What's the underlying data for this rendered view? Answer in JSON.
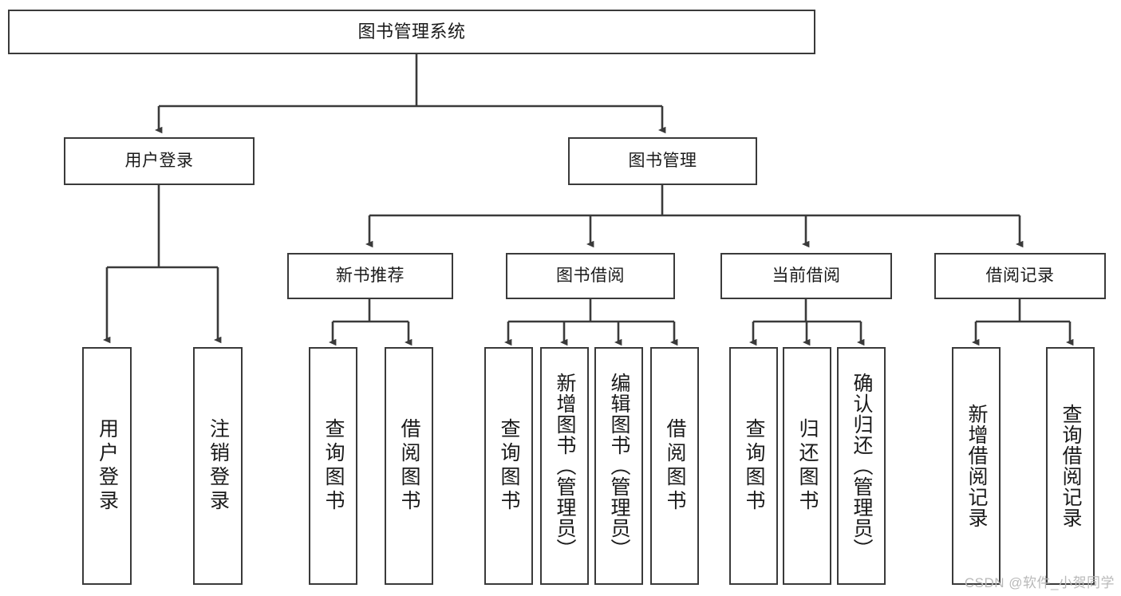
{
  "diagram": {
    "type": "tree-hierarchy-chart",
    "title": "图书管理系统",
    "watermark": "CSDN @软件_小贺同学",
    "colors": {
      "box_border": "#3a3a3a",
      "box_fill": "#ffffff",
      "connector": "#3a3a3a",
      "text": "#1a1a1a",
      "watermark": "#b9b9b9"
    },
    "nodes": {
      "root": {
        "label": "图书管理系统"
      },
      "level2": [
        {
          "id": "user-login",
          "label": "用户登录"
        },
        {
          "id": "book-management",
          "label": "图书管理"
        }
      ],
      "level3": [
        {
          "id": "new-book-recommend",
          "label": "新书推荐"
        },
        {
          "id": "book-borrow",
          "label": "图书借阅"
        },
        {
          "id": "current-borrow",
          "label": "当前借阅"
        },
        {
          "id": "borrow-record",
          "label": "借阅记录"
        }
      ],
      "leaves": {
        "user_login": [
          {
            "id": "leaf-user-login",
            "label": "用户登录"
          },
          {
            "id": "leaf-user-logout",
            "label": "注销登录"
          }
        ],
        "new_book_recommend": [
          {
            "id": "leaf-query-book-1",
            "label": "查询图书"
          },
          {
            "id": "leaf-borrow-book-1",
            "label": "借阅图书"
          }
        ],
        "book_borrow": [
          {
            "id": "leaf-query-book-2",
            "label": "查询图书"
          },
          {
            "id": "leaf-add-book",
            "label": "新增图书（管理员）"
          },
          {
            "id": "leaf-edit-book",
            "label": "编辑图书（管理员）"
          },
          {
            "id": "leaf-borrow-book-2",
            "label": "借阅图书"
          }
        ],
        "current_borrow": [
          {
            "id": "leaf-query-book-3",
            "label": "查询图书"
          },
          {
            "id": "leaf-return-book",
            "label": "归还图书"
          },
          {
            "id": "leaf-confirm-return",
            "label": "确认归还（管理员）"
          }
        ],
        "borrow_record": [
          {
            "id": "leaf-add-record",
            "label": "新增借阅记录"
          },
          {
            "id": "leaf-query-record",
            "label": "查询借阅记录"
          }
        ]
      }
    }
  }
}
